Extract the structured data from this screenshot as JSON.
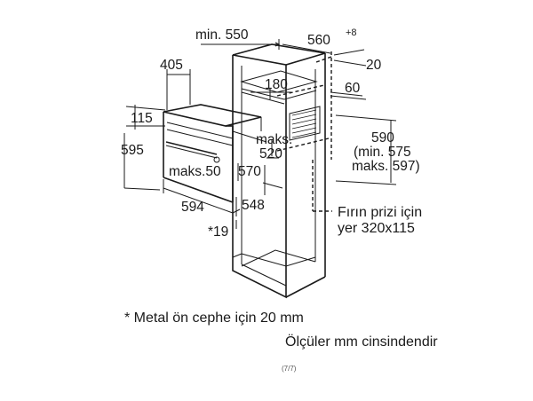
{
  "dimensions": {
    "cabinet_min_width": "min. 550",
    "cabinet_depth": "560",
    "cabinet_depth_tolerance": "+8",
    "top_gap": "20",
    "oven_depth": "405",
    "opening_depth": "180",
    "rear_gap": "60",
    "front_height": "115",
    "oven_height": "595",
    "maks_label": "maks.",
    "maks_value": "520",
    "opening_height": "590",
    "opening_height_min": "(min. 575",
    "opening_height_max": "maks. 597)",
    "side_offset": "maks.50",
    "inner_width": "570",
    "oven_width": "594",
    "front_depth": "548",
    "metal_front_offset": "*19"
  },
  "annotations": {
    "socket_line1": "Fırın prizi için",
    "socket_line2": "yer 320x115",
    "footnote": "* Metal ön cephe için 20 mm",
    "units_note": "Ölçüler mm cinsindendir",
    "page_number": "(7/7)"
  },
  "colors": {
    "ink": "#1a1a1a",
    "background": "#ffffff"
  }
}
